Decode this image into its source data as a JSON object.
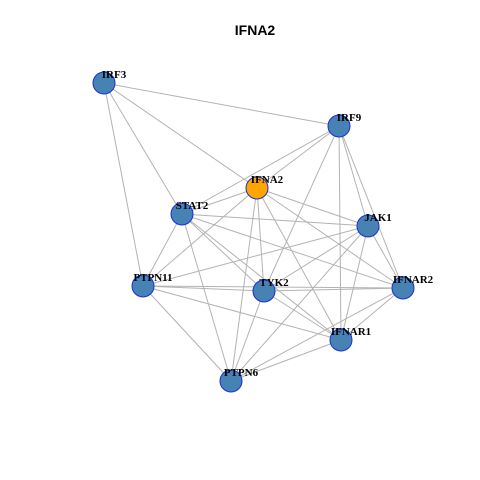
{
  "diagram": {
    "title": "IFNA2",
    "colors": {
      "center_node": "#FFA500",
      "node": "#4682B4",
      "node_border": "#1A2FD6",
      "edge": "#B3B3B3"
    },
    "center": "IFNA2",
    "nodes": [
      {
        "id": "IFNA2",
        "label": "IFNA2"
      },
      {
        "id": "IRF3",
        "label": "IRF3"
      },
      {
        "id": "IRF9",
        "label": "IRF9"
      },
      {
        "id": "STAT2",
        "label": "STAT2"
      },
      {
        "id": "JAK1",
        "label": "JAK1"
      },
      {
        "id": "PTPN11",
        "label": "PTPN11"
      },
      {
        "id": "TYK2",
        "label": "TYK2"
      },
      {
        "id": "IFNAR2",
        "label": "IFNAR2"
      },
      {
        "id": "IFNAR1",
        "label": "IFNAR1"
      },
      {
        "id": "PTPN6",
        "label": "PTPN6"
      }
    ],
    "edges": [
      [
        "IRF3",
        "IRF9"
      ],
      [
        "IRF3",
        "IFNA2"
      ],
      [
        "IRF3",
        "STAT2"
      ],
      [
        "IRF3",
        "PTPN11"
      ],
      [
        "IRF9",
        "IFNA2"
      ],
      [
        "IRF9",
        "STAT2"
      ],
      [
        "IRF9",
        "JAK1"
      ],
      [
        "IRF9",
        "IFNAR2"
      ],
      [
        "IRF9",
        "IFNAR1"
      ],
      [
        "IRF9",
        "TYK2"
      ],
      [
        "IFNA2",
        "STAT2"
      ],
      [
        "IFNA2",
        "JAK1"
      ],
      [
        "IFNA2",
        "IFNAR2"
      ],
      [
        "IFNA2",
        "IFNAR1"
      ],
      [
        "IFNA2",
        "TYK2"
      ],
      [
        "IFNA2",
        "PTPN11"
      ],
      [
        "IFNA2",
        "PTPN6"
      ],
      [
        "STAT2",
        "JAK1"
      ],
      [
        "STAT2",
        "IFNAR2"
      ],
      [
        "STAT2",
        "IFNAR1"
      ],
      [
        "STAT2",
        "TYK2"
      ],
      [
        "STAT2",
        "PTPN11"
      ],
      [
        "STAT2",
        "PTPN6"
      ],
      [
        "JAK1",
        "IFNAR2"
      ],
      [
        "JAK1",
        "IFNAR1"
      ],
      [
        "JAK1",
        "TYK2"
      ],
      [
        "JAK1",
        "PTPN11"
      ],
      [
        "JAK1",
        "PTPN6"
      ],
      [
        "PTPN11",
        "TYK2"
      ],
      [
        "PTPN11",
        "IFNAR2"
      ],
      [
        "PTPN11",
        "IFNAR1"
      ],
      [
        "PTPN11",
        "PTPN6"
      ],
      [
        "TYK2",
        "IFNAR2"
      ],
      [
        "TYK2",
        "IFNAR1"
      ],
      [
        "TYK2",
        "PTPN6"
      ],
      [
        "IFNAR2",
        "IFNAR1"
      ],
      [
        "IFNAR2",
        "PTPN6"
      ],
      [
        "IFNAR1",
        "PTPN6"
      ]
    ]
  }
}
